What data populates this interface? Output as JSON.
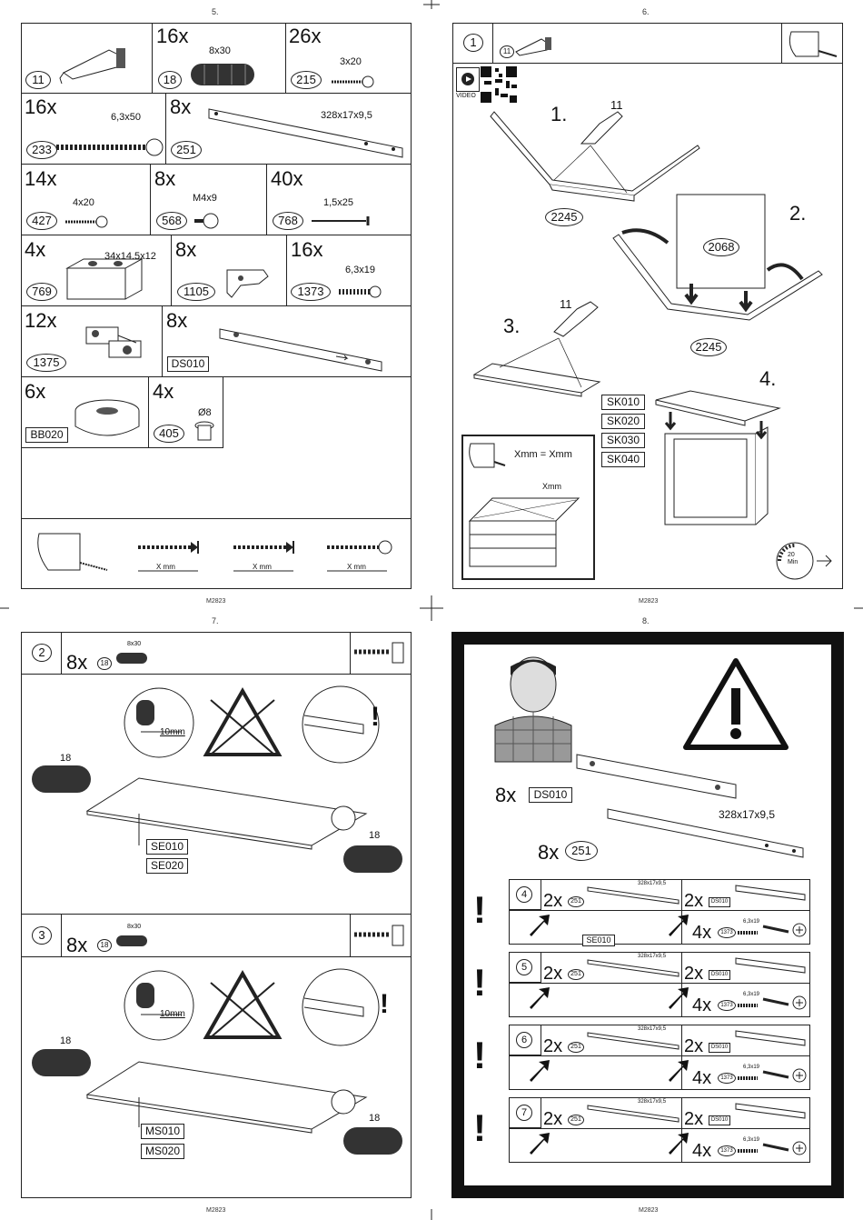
{
  "page_numbers": {
    "p5": "5.",
    "p6": "6.",
    "p7": "7.",
    "p8": "8."
  },
  "model_code": "M2823",
  "page5": {
    "parts": [
      {
        "qty": "",
        "id": "11",
        "dim": ""
      },
      {
        "qty": "16x",
        "id": "18",
        "dim": "8x30"
      },
      {
        "qty": "26x",
        "id": "215",
        "dim": "3x20"
      },
      {
        "qty": "16x",
        "id": "233",
        "dim": "6,3x50"
      },
      {
        "qty": "8x",
        "id": "251",
        "dim": "328x17x9,5"
      },
      {
        "qty": "14x",
        "id": "427",
        "dim": "4x20"
      },
      {
        "qty": "8x",
        "id": "568",
        "dim": "M4x9"
      },
      {
        "qty": "40x",
        "id": "768",
        "dim": "1,5x25"
      },
      {
        "qty": "4x",
        "id": "769",
        "dim": "34x14,5x12"
      },
      {
        "qty": "8x",
        "id": "1105",
        "dim": ""
      },
      {
        "qty": "16x",
        "id": "1373",
        "dim": "6,3x19"
      },
      {
        "qty": "12x",
        "id": "1375",
        "dim": ""
      },
      {
        "qty": "8x",
        "id": "DS010",
        "dim": ""
      },
      {
        "qty": "6x",
        "id": "BB020",
        "dim": ""
      },
      {
        "qty": "4x",
        "id": "405",
        "dim": "Ø8"
      }
    ],
    "measure_label": "X mm"
  },
  "page6": {
    "step": "1",
    "glue_id": "11",
    "video_label": "VIDEO",
    "sub1": "1.",
    "sub2": "2.",
    "sub3": "3.",
    "sub4": "4.",
    "glue_label": "11",
    "part_2245": "2245",
    "part_2068": "2068",
    "sk": [
      "SK010",
      "SK020",
      "SK030",
      "SK040"
    ],
    "equal_label": "Xmm = Xmm",
    "xmm": "Xmm",
    "time": "20",
    "time_unit": "Min"
  },
  "page7": {
    "steps": [
      {
        "num": "2",
        "qty": "8x",
        "id": "18",
        "dim": "8x30",
        "len": "10mm",
        "dowel": "18",
        "labels": [
          "SE010",
          "SE020"
        ]
      },
      {
        "num": "3",
        "qty": "8x",
        "id": "18",
        "dim": "8x30",
        "len": "10mm",
        "dowel": "18",
        "labels": [
          "MS010",
          "MS020"
        ]
      }
    ]
  },
  "page8": {
    "qty_ds": "8x",
    "ds": "DS010",
    "qty_251": "8x",
    "id_251": "251",
    "dim_251": "328x17x9,5",
    "rows": [
      {
        "num": "4",
        "a": "2x",
        "aid": "251",
        "b": "2x",
        "bid": "DS010",
        "c": "4x",
        "cid": "1373",
        "cdim": "6,3x19",
        "dim": "328x17x9,5",
        "extra": "SE010"
      },
      {
        "num": "5",
        "a": "2x",
        "aid": "251",
        "b": "2x",
        "bid": "DS010",
        "c": "4x",
        "cid": "1373",
        "cdim": "6,3x19",
        "dim": "328x17x9,5",
        "extra": ""
      },
      {
        "num": "6",
        "a": "2x",
        "aid": "251",
        "b": "2x",
        "bid": "DS010",
        "c": "4x",
        "cid": "1373",
        "cdim": "6,3x19",
        "dim": "328x17x9,5",
        "extra": ""
      },
      {
        "num": "7",
        "a": "2x",
        "aid": "251",
        "b": "2x",
        "bid": "DS010",
        "c": "4x",
        "cid": "1373",
        "cdim": "6,3x19",
        "dim": "328x17x9,5",
        "extra": ""
      }
    ]
  }
}
